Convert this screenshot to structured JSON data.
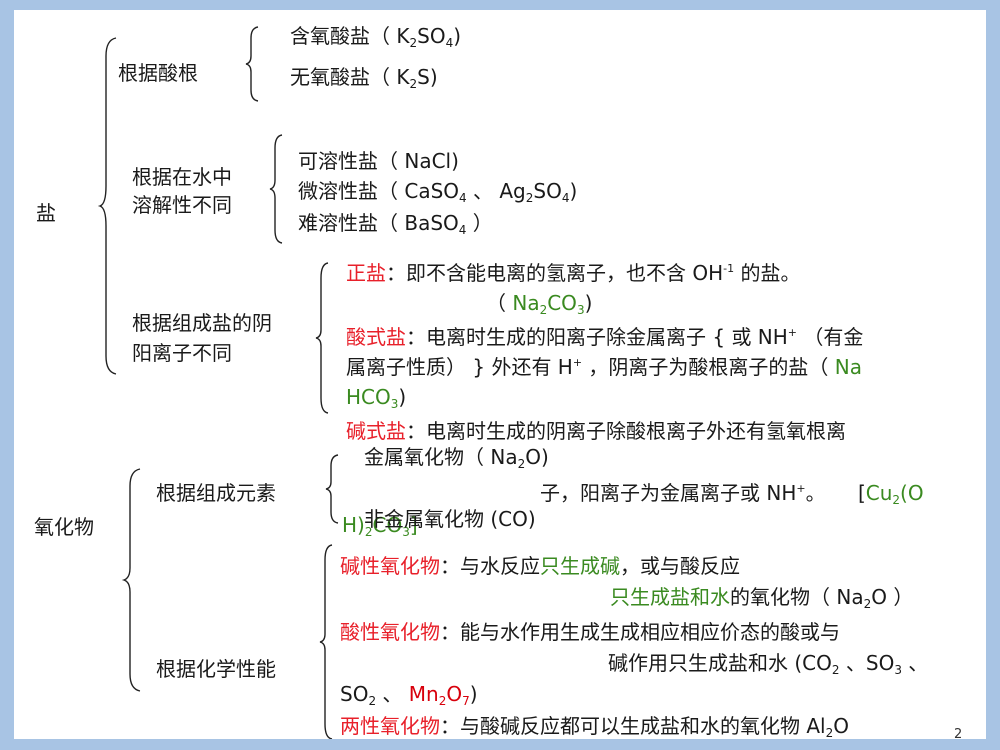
{
  "salt": {
    "title": "盐",
    "by_acid_radical": {
      "label": "根据酸根",
      "items": [
        {
          "name": "含氧酸盐",
          "formula_pre": "（ K",
          "sub1": "2",
          "mid": "SO",
          "sub2": "4",
          "post": ")"
        },
        {
          "name": "无氧酸盐",
          "formula_pre": "（ K",
          "sub1": "2",
          "mid": "S)"
        }
      ]
    },
    "by_solubility": {
      "label_line1": "根据在水中",
      "label_line2": "溶解性不同",
      "items": [
        {
          "name": "可溶性盐",
          "formula": "（ NaCl)"
        },
        {
          "name": "微溶性盐",
          "formula_pre": "（ CaSO",
          "sub1": "4",
          "sep": " 、 Ag",
          "sub2": "2",
          "mid": "SO",
          "sub3": "4",
          "post": ")"
        },
        {
          "name": "难溶性盐",
          "formula_pre": "（ BaSO",
          "sub1": "4",
          "post": " ）"
        }
      ]
    },
    "by_ions": {
      "label_line1": "根据组成盐的阴",
      "label_line2": "阳离子不同",
      "normal_salt": {
        "term": "正盐",
        "text": "：即不含能电离的氢离子，也不含 OH",
        "sup": "-1",
        "text2": " 的盐。",
        "example_open": "（ ",
        "example_pre": "Na",
        "example_sub1": "2",
        "example_mid": "CO",
        "example_sub2": "3",
        "example_close": ")"
      },
      "acid_salt": {
        "term": "酸式盐",
        "line1": "：电离时生成的阳离子除金属离子 { 或 NH",
        "line1_sup": "+",
        "line1_end": " （有金",
        "line2": "属离子性质） } 外还有 H",
        "line2_sup": "+",
        "line2_mid": " ，阴离子为酸根离子的盐（ ",
        "line2_example": "Na",
        "line3_example": "HCO",
        "line3_sub": "3",
        "line3_close": ")"
      },
      "basic_salt": {
        "term": "碱式盐",
        "line1": "：电离时生成的阴离子除酸根离子外还有氢氧根离",
        "line2": "子，阳离子为金属离子或 NH",
        "line2_sup": "+",
        "line2_end": "。",
        "example_open": "[",
        "example_pre": "Cu",
        "example_sub1": "2",
        "example_mid": "(O",
        "line3_pre": "H)",
        "line3_sub1": "2",
        "line3_mid": "CO",
        "line3_sub2": "3",
        "line3_close": "]"
      }
    }
  },
  "oxide": {
    "title": "氧化物",
    "by_elements": {
      "label": "根据组成元素",
      "items": [
        {
          "name": "金属氧化物",
          "formula_pre": "（ Na",
          "sub1": "2",
          "post": "O)"
        },
        {
          "name": "非金属氧化物",
          "formula": " (CO)"
        }
      ]
    },
    "by_chemical_property": {
      "label": "根据化学性能",
      "basic_oxide": {
        "term": "碱性氧化物",
        "t1": "：与水反应",
        "g1": "只生成碱",
        "t2": "，或与酸反应",
        "g2": "只生成盐和水",
        "t3": "的氧化物（ Na",
        "sub": "2",
        "t4": "O ）"
      },
      "acidic_oxide": {
        "term": "酸性氧化物",
        "line1": "：能与水作用生成生成相应相应价态的酸或与",
        "line2": "碱作用只生成盐和水 (CO",
        "l2_sub1": "2",
        "l2_sep1": " 、SO",
        "l2_sub2": "3",
        "l2_sep2": " 、",
        "line3_pre": "SO",
        "l3_sub1": "2",
        "l3_sep": " 、 ",
        "l3_red": "Mn",
        "l3_sub2": "2",
        "l3_red2": "O",
        "l3_sub3": "7",
        "l3_close": ")"
      },
      "amphoteric_oxide": {
        "term": "两性氧化物",
        "text": "：与酸碱反应都可以生成盐和水的氧化物  Al",
        "sub": "2",
        "end": "O"
      }
    }
  },
  "page_number": "2",
  "colors": {
    "frame": "#a8c4e4",
    "term_red": "#e8202a",
    "example_green": "#3a8a20"
  }
}
